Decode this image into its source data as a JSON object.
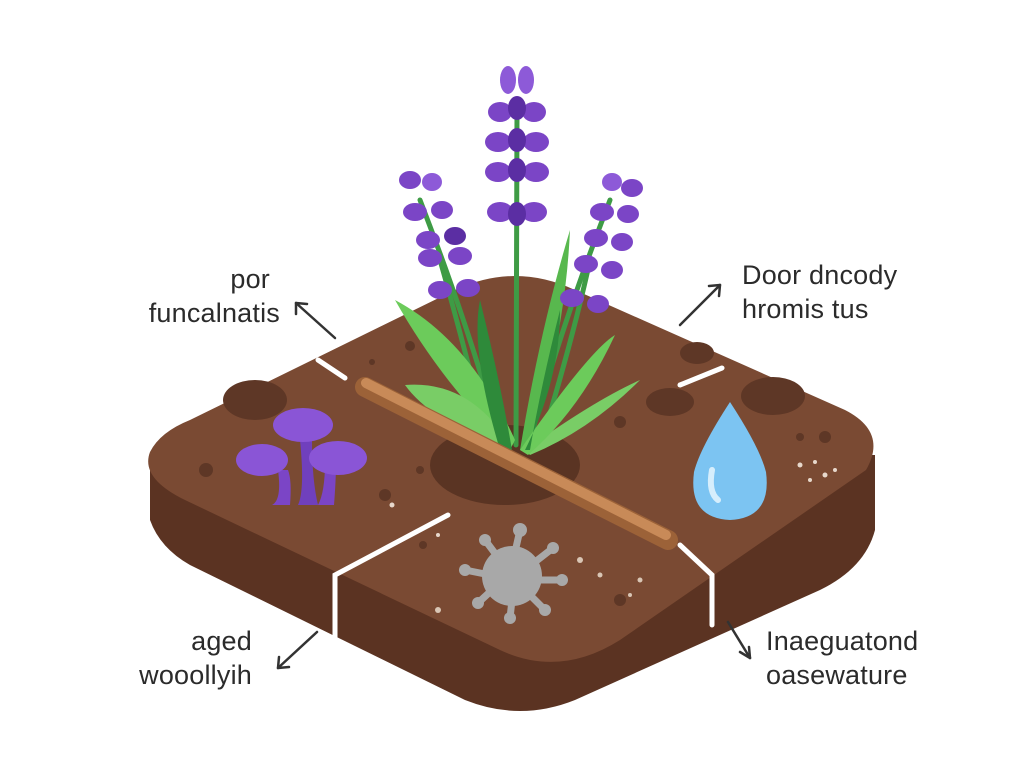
{
  "labels": {
    "top_left": [
      "por",
      "funcalnatis"
    ],
    "top_right": [
      "Door dncody",
      "hromis tus"
    ],
    "bottom_left": [
      "aged",
      "wooollyih"
    ],
    "bottom_right": [
      "Inaeguatond",
      "oasewature"
    ]
  },
  "colors": {
    "soil_top": "#7a4a33",
    "soil_side": "#5b3322",
    "soil_speck": "#5e3726",
    "lavender": "#7b45c6",
    "lavender_dark": "#5b2ea3",
    "leaf": "#4fae4a",
    "leaf_dark": "#2e8a3a",
    "mushroom": "#8a55d6",
    "water": "#7cc4f2",
    "stick": "#b97a4a",
    "mold": "#a8a8a8",
    "arrow": "#333333"
  },
  "icons": [
    "lavender-plant",
    "mushroom-icon",
    "water-drop-icon",
    "stick-icon",
    "mold-spot-icon"
  ]
}
